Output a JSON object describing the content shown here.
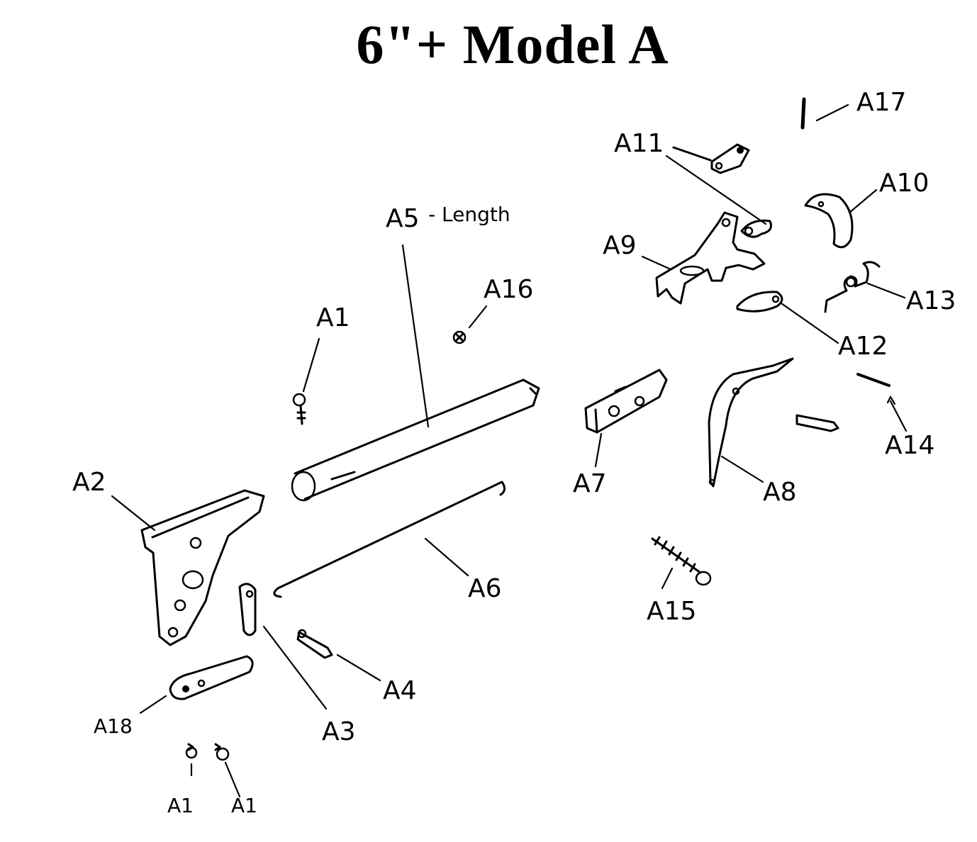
{
  "title": "6\"+  Model A",
  "labels": {
    "a1_top": "A1",
    "a1_left": "A1",
    "a1_right": "A1",
    "a2": "A2",
    "a3": "A3",
    "a4": "A4",
    "a5": "A5",
    "a5_note": "- Length",
    "a6": "A6",
    "a7": "A7",
    "a8": "A8",
    "a9": "A9",
    "a10": "A10",
    "a11": "A11",
    "a12": "A12",
    "a13": "A13",
    "a14": "A14",
    "a15": "A15",
    "a16": "A16",
    "a17": "A17",
    "a18": "A18"
  }
}
